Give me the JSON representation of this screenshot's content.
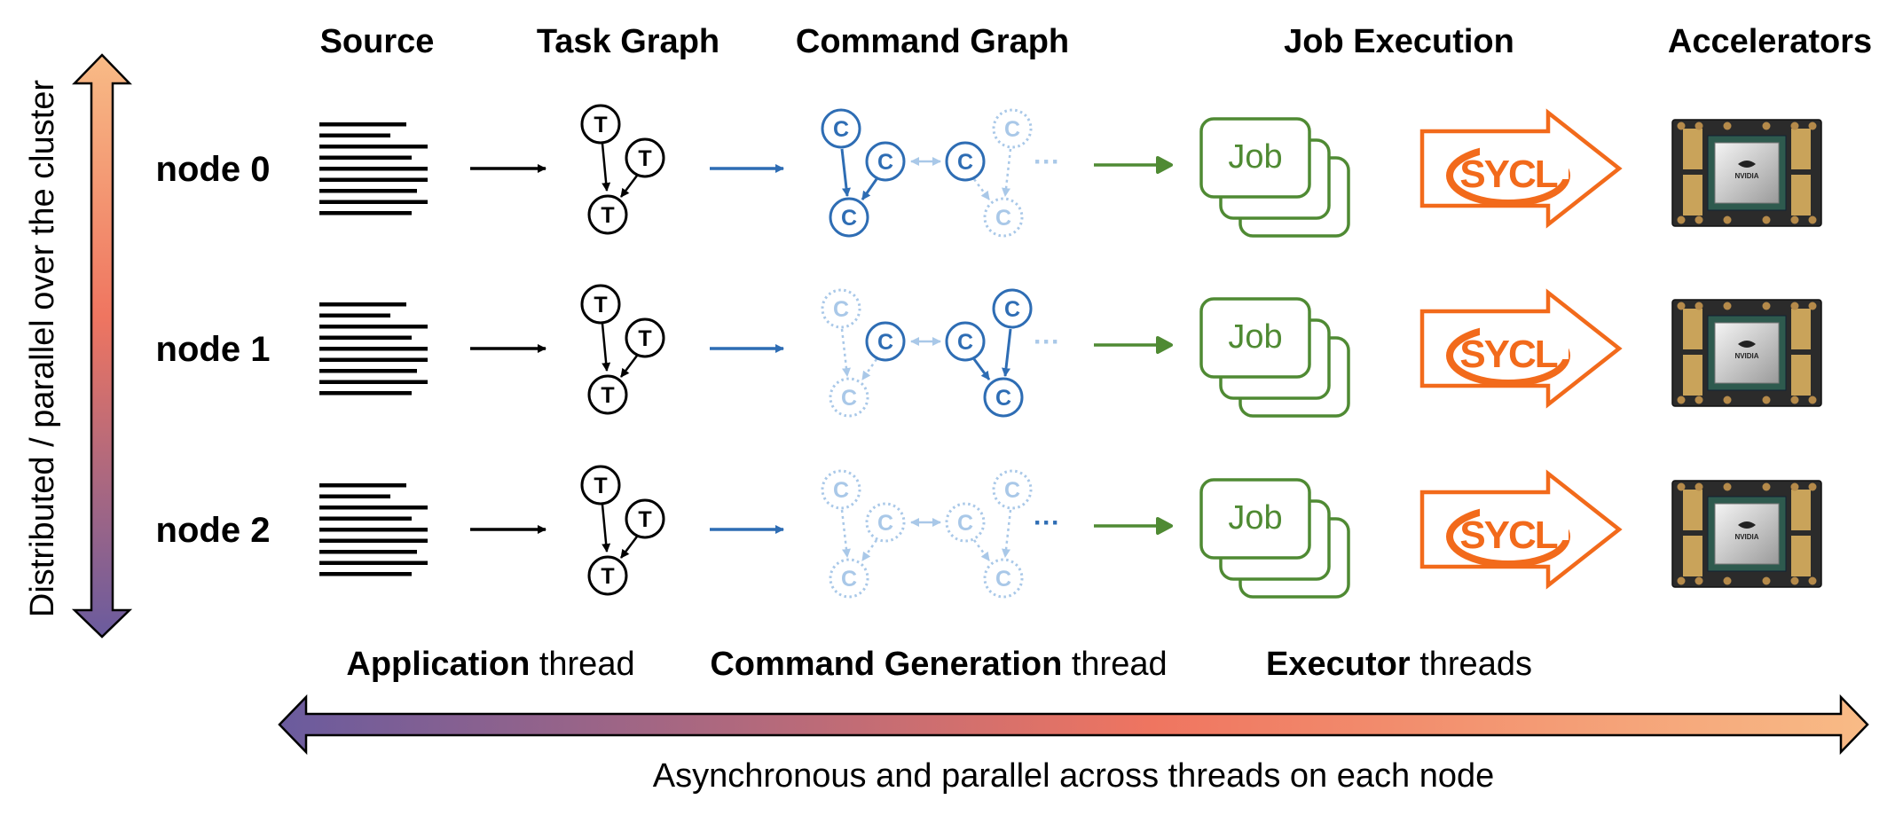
{
  "column_headers": [
    "Source",
    "Task Graph",
    "Command Graph",
    "Job Execution",
    "Accelerators"
  ],
  "nodes": [
    {
      "label": "node 0",
      "cmd_states": [
        1,
        1,
        1,
        1,
        0,
        0
      ]
    },
    {
      "label": "node 1",
      "cmd_states": [
        0,
        1,
        0,
        1,
        1,
        1
      ]
    },
    {
      "label": "node 2",
      "cmd_states": [
        0,
        0,
        0,
        0,
        0,
        0
      ]
    }
  ],
  "task_node_letter": "T",
  "command_node_letter": "C",
  "ellipsis": "···",
  "job_label": "Job",
  "sycl_logo_text": "SYCL",
  "gpu_vendor_text": "NVIDIA",
  "threads": [
    {
      "bold": "Application",
      "rest": " thread"
    },
    {
      "bold": "Command Generation",
      "rest": " thread"
    },
    {
      "bold": "Executor",
      "rest": " threads"
    }
  ],
  "vertical_axis_label": "Distributed / parallel over the cluster",
  "horizontal_axis_label": "Asynchronous and parallel across threads on each node",
  "colors": {
    "black": "#000000",
    "command_blue": "#2e6db4",
    "command_light": "#a9c8e8",
    "job_green": "#4f8a33",
    "sycl_orange": "#f26a1b",
    "gradient_start": "#6a5b9e",
    "gradient_mid": "#ef7560",
    "gradient_end": "#f8bb86"
  }
}
